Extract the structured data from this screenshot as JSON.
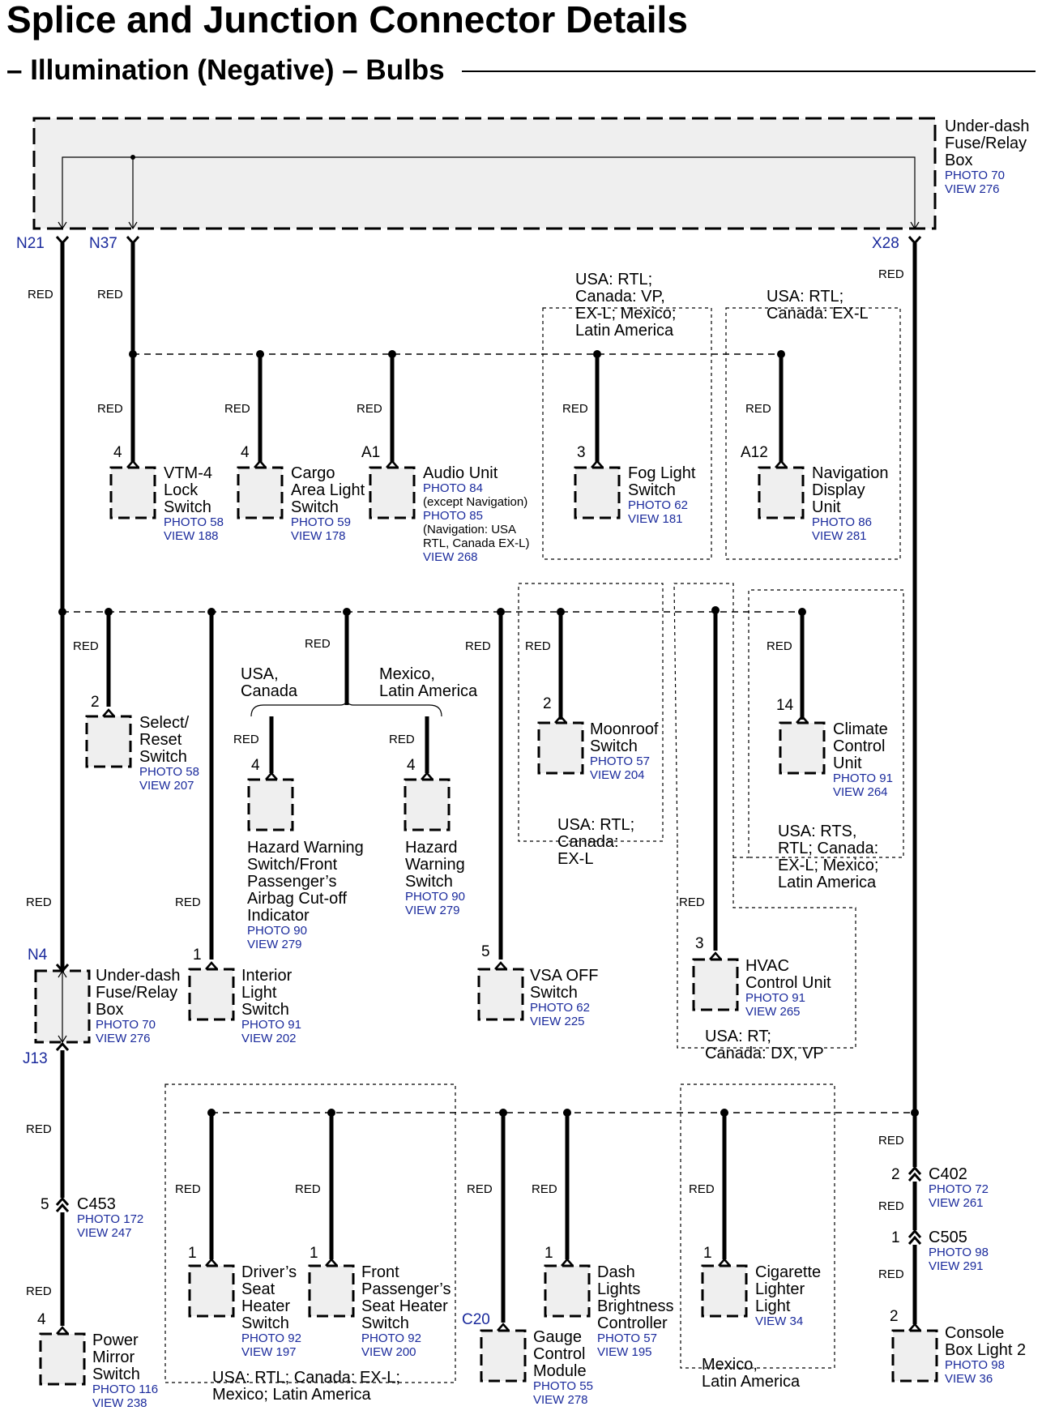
{
  "header": {
    "title": "Splice and Junction Connector Details",
    "subtitle": "– Illumination (Negative) – Bulbs"
  },
  "fuse_box": {
    "name_lines": [
      "Under-dash",
      "Fuse/Relay",
      "Box"
    ],
    "photo": "PHOTO 70",
    "view": "VIEW 276"
  },
  "connectors": {
    "n21": "N21",
    "n37": "N37",
    "x28": "X28",
    "n4": "N4",
    "j13": "J13",
    "c453": "C453",
    "c453_photo": "PHOTO 172",
    "c453_view": "VIEW 247",
    "c402": "C402",
    "c402_photo": "PHOTO 72",
    "c402_view": "VIEW 261",
    "c505": "C505",
    "c505_photo": "PHOTO 98",
    "c505_view": "VIEW 291",
    "c20": "C20"
  },
  "wire": {
    "color": "RED"
  },
  "notes": {
    "fog": [
      "USA: RTL;",
      "Canada: VP,",
      "EX-L; Mexico;",
      "Latin America"
    ],
    "nav": [
      "USA: RTL;",
      "Canada: EX-L"
    ],
    "usa_canada": [
      "USA,",
      "Canada"
    ],
    "mex_latin": [
      "Mexico,",
      "Latin America"
    ],
    "moonroof": [
      "USA: RTL;",
      "Canada:",
      "EX-L"
    ],
    "climate": [
      "USA: RTS,",
      "RTL; Canada:",
      "EX-L; Mexico;",
      "Latin America"
    ],
    "hvac": [
      "USA: RT;",
      "Canada: DX, VP"
    ],
    "seat_heaters": [
      "USA: RTL; Canada: EX-L;",
      "Mexico; Latin America"
    ],
    "cigarette": [
      "Mexico,",
      "Latin America"
    ]
  },
  "components": {
    "vtm4": {
      "pin": "4",
      "lines": [
        "VTM-4",
        "Lock",
        "Switch"
      ],
      "photo": "PHOTO 58",
      "view": "VIEW 188"
    },
    "cargo": {
      "pin": "4",
      "lines": [
        "Cargo",
        "Area Light",
        "Switch"
      ],
      "photo": "PHOTO 59",
      "view": "VIEW 178"
    },
    "audio": {
      "pin": "A1",
      "lines": [
        "Audio Unit"
      ],
      "photo1": "PHOTO 84",
      "note1": "(except Navigation)",
      "photo2": "PHOTO 85",
      "note2a": "(Navigation: USA",
      "note2b": "RTL, Canada EX-L)",
      "view": "VIEW 268"
    },
    "fog": {
      "pin": "3",
      "lines": [
        "Fog Light",
        "Switch"
      ],
      "photo": "PHOTO 62",
      "view": "VIEW 181"
    },
    "nav": {
      "pin": "A12",
      "lines": [
        "Navigation",
        "Display",
        "Unit"
      ],
      "photo": "PHOTO 86",
      "view": "VIEW 281"
    },
    "select": {
      "pin": "2",
      "lines": [
        "Select/",
        "Reset",
        "Switch"
      ],
      "photo": "PHOTO 58",
      "view": "VIEW 207"
    },
    "hazard1": {
      "pin": "4",
      "lines": [
        "Hazard Warning",
        "Switch/Front",
        "Passenger’s",
        "Airbag Cut-off",
        "Indicator"
      ],
      "photo": "PHOTO 90",
      "view": "VIEW 279"
    },
    "hazard2": {
      "pin": "4",
      "lines": [
        "Hazard",
        "Warning",
        "Switch"
      ],
      "photo": "PHOTO 90",
      "view": "VIEW 279"
    },
    "moonroof": {
      "pin": "2",
      "lines": [
        "Moonroof",
        "Switch"
      ],
      "photo": "PHOTO 57",
      "view": "VIEW 204"
    },
    "climate": {
      "pin": "14",
      "lines": [
        "Climate",
        "Control",
        "Unit"
      ],
      "photo": "PHOTO 91",
      "view": "VIEW 264"
    },
    "interior": {
      "pin": "1",
      "lines": [
        "Interior",
        "Light",
        "Switch"
      ],
      "photo": "PHOTO 91",
      "view": "VIEW 202"
    },
    "vsa": {
      "pin": "5",
      "lines": [
        "VSA OFF",
        "Switch"
      ],
      "photo": "PHOTO 62",
      "view": "VIEW 225"
    },
    "hvac": {
      "pin": "3",
      "lines": [
        "HVAC",
        "Control Unit"
      ],
      "photo": "PHOTO 91",
      "view": "VIEW 265"
    },
    "mirror": {
      "pin": "4",
      "lines": [
        "Power",
        "Mirror",
        "Switch"
      ],
      "photo": "PHOTO 116",
      "view": "VIEW 238"
    },
    "driver_seat": {
      "pin": "1",
      "lines": [
        "Driver’s",
        "Seat",
        "Heater",
        "Switch"
      ],
      "photo": "PHOTO 92",
      "view": "VIEW 197"
    },
    "front_seat": {
      "pin": "1",
      "lines": [
        "Front",
        "Passenger’s",
        "Seat Heater",
        "Switch"
      ],
      "photo": "PHOTO 92",
      "view": "VIEW 200"
    },
    "gauge": {
      "lines": [
        "Gauge",
        "Control",
        "Module"
      ],
      "photo": "PHOTO 55",
      "view": "VIEW 278"
    },
    "dash": {
      "pin": "1",
      "lines": [
        "Dash",
        "Lights",
        "Brightness",
        "Controller"
      ],
      "photo": "PHOTO 57",
      "view": "VIEW 195"
    },
    "cigarette": {
      "pin": "1",
      "lines": [
        "Cigarette",
        "Lighter",
        "Light"
      ],
      "view": "VIEW 34"
    },
    "console": {
      "pin": "2",
      "lines": [
        "Console",
        "Box Light 2"
      ],
      "photo": "PHOTO 98",
      "view": "VIEW 36"
    }
  },
  "pins": {
    "c453": "5",
    "c402": "2",
    "c505": "1"
  }
}
